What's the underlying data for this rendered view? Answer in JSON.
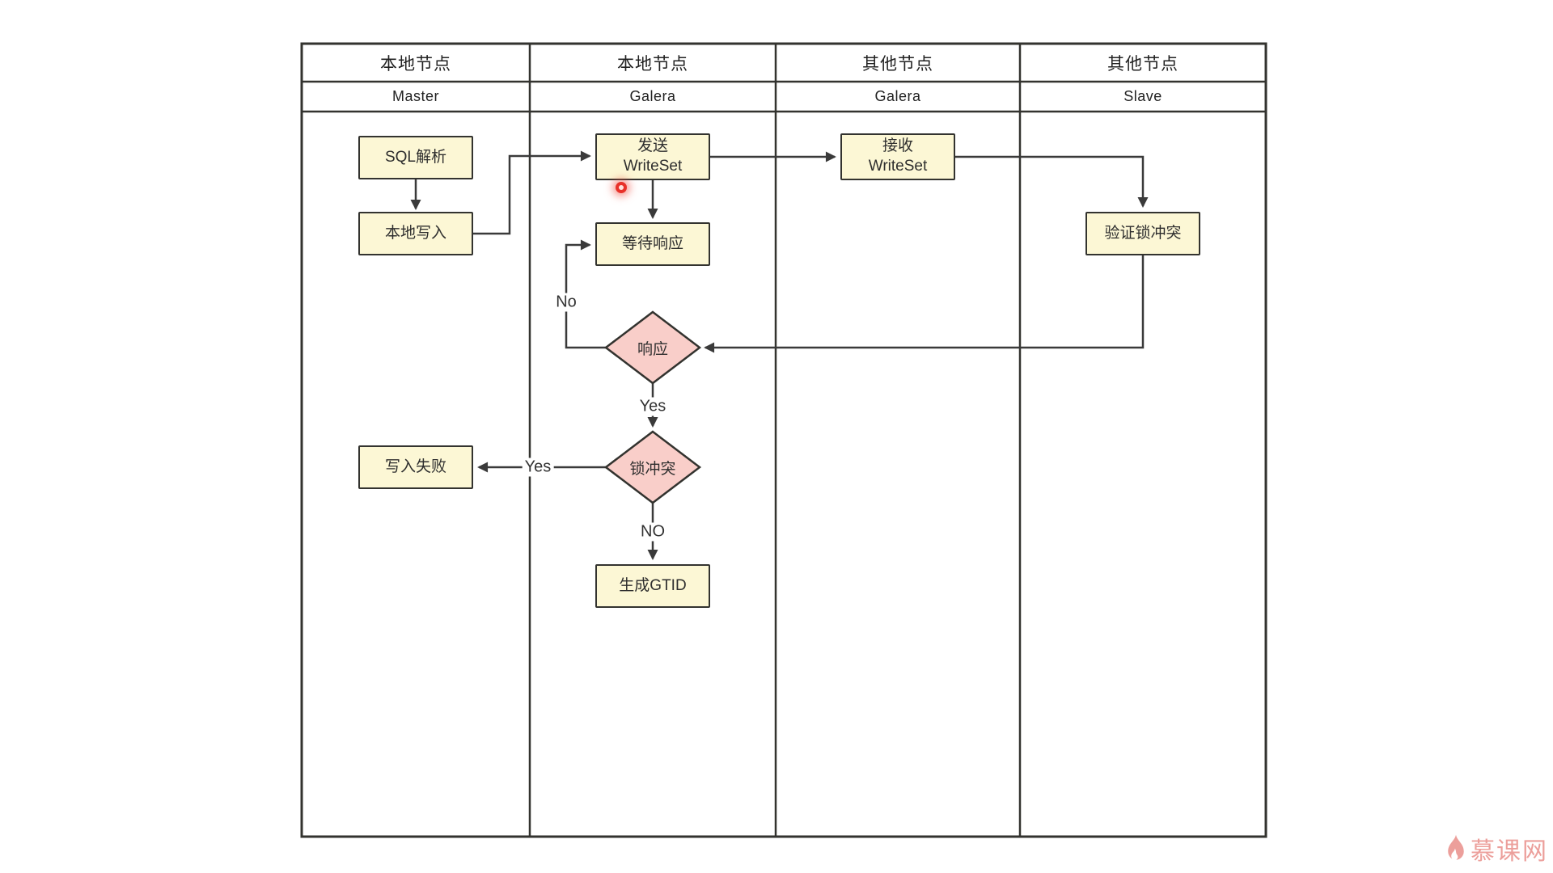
{
  "diagram": {
    "title_hint": "Galera cluster write flow swimlane diagram",
    "lanes": [
      {
        "title": "本地节点",
        "subtitle": "Master"
      },
      {
        "title": "本地节点",
        "subtitle": "Galera"
      },
      {
        "title": "其他节点",
        "subtitle": "Galera"
      },
      {
        "title": "其他节点",
        "subtitle": "Slave"
      }
    ],
    "nodes": {
      "sql_parse": {
        "label": "SQL解析",
        "type": "process"
      },
      "local_write": {
        "label": "本地写入",
        "type": "process"
      },
      "send_writeset": {
        "label": "发送\nWriteSet",
        "type": "process"
      },
      "wait_response": {
        "label": "等待响应",
        "type": "process"
      },
      "response": {
        "label": "响应",
        "type": "decision"
      },
      "lock_conflict": {
        "label": "锁冲突",
        "type": "decision"
      },
      "write_fail": {
        "label": "写入失败",
        "type": "process"
      },
      "gen_gtid": {
        "label": "生成GTID",
        "type": "process"
      },
      "recv_writeset": {
        "label": "接收\nWriteSet",
        "type": "process"
      },
      "verify_lock": {
        "label": "验证锁冲突",
        "type": "process"
      }
    },
    "edge_labels": {
      "no_loop": "No",
      "yes_response": "Yes",
      "yes_fail": "Yes",
      "no_conflict": "NO"
    },
    "colors": {
      "process_fill": "#FCF7D5",
      "decision_fill": "#F9CEC9",
      "stroke": "#33332F",
      "line": "#3A3A3A",
      "laser_red": "#E8312A",
      "brand_pink": "#EC9F9B"
    }
  },
  "watermark": {
    "brand": "慕课网"
  }
}
